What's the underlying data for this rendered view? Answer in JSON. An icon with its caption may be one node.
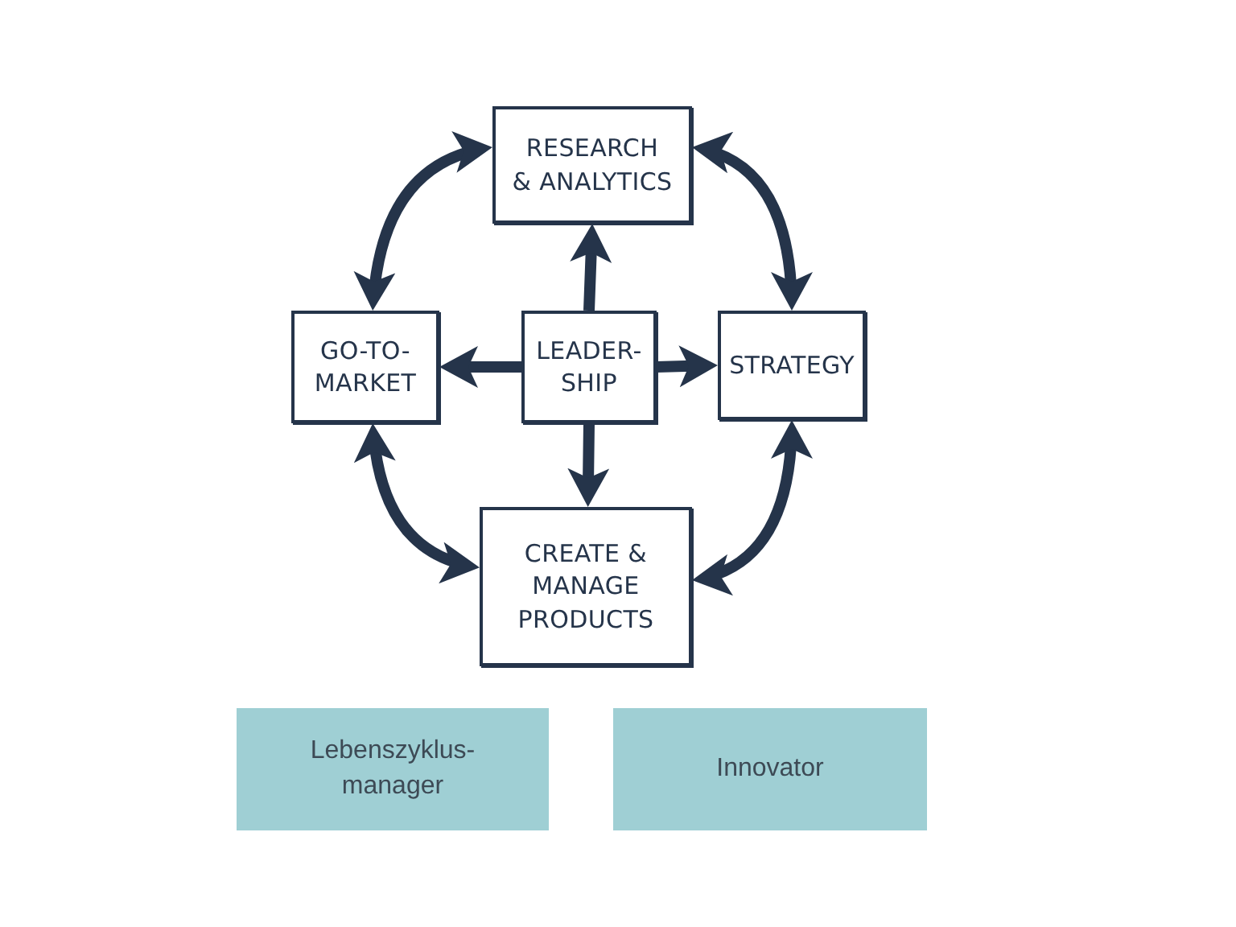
{
  "diagram": {
    "nodes": [
      {
        "text": [
          "RESEARCH & ANALYTICS"
        ]
      },
      {
        "text": [
          "GO-TO- MARKET"
        ]
      },
      {
        "text": [
          "LEADER- SHIP"
        ]
      },
      {
        "text": [
          "STRATEGY"
        ]
      },
      {
        "text": [
          "CREATE & MANAGE PRODUCTS"
        ]
      },
      {
        "text": [
          "Lebenszyklus- manager"
        ]
      },
      {
        "text": [
          "Innovator"
        ]
      }
    ],
    "edges": [
      {
        "from": 1,
        "to": 0,
        "arrow": "both"
      },
      {
        "from": 0,
        "to": 3,
        "arrow": "both"
      },
      {
        "from": 2,
        "to": 0,
        "arrow": "to"
      },
      {
        "from": 2,
        "to": 1,
        "arrow": "to"
      },
      {
        "from": 2,
        "to": 3,
        "arrow": "to"
      },
      {
        "from": 2,
        "to": 4,
        "arrow": "to"
      },
      {
        "from": 1,
        "to": 4,
        "arrow": "both"
      },
      {
        "from": 3,
        "to": 4,
        "arrow": "both"
      }
    ]
  }
}
